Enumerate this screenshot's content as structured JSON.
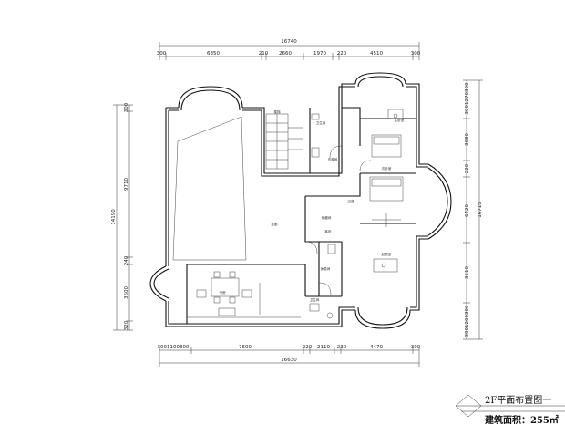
{
  "drawing": {
    "title": "2F平面布置图一",
    "area_label": "建筑面积：255㎡"
  },
  "dimensions": {
    "top_total": "16740",
    "top_segments": [
      "300",
      "6350",
      "210",
      "2660",
      "1970",
      "220",
      "4510",
      "300"
    ],
    "bottom_total": "16630",
    "bottom_segments": [
      "3001100300",
      "7600",
      "220",
      "2110",
      "230",
      "4470",
      "300"
    ],
    "left_total": "14190",
    "left_segments": [
      "300",
      "9710",
      "240",
      "3600",
      "320"
    ],
    "right_total": "16715",
    "right_segments": [
      "3001270300",
      "3680",
      "220",
      "6420",
      "3510",
      "3001200300"
    ]
  },
  "rooms": {
    "hall": "走廊",
    "study": "书房",
    "wc1": "卫生间",
    "wc2": "卫生间",
    "bedroom1": "主卧室",
    "bedroom2": "次卧室",
    "cloak": "衣帽间",
    "store": "储藏间",
    "living": "起居室",
    "corridor": "过道",
    "lobby": "休息间",
    "guest": "客卧",
    "stair": "楼梯"
  }
}
